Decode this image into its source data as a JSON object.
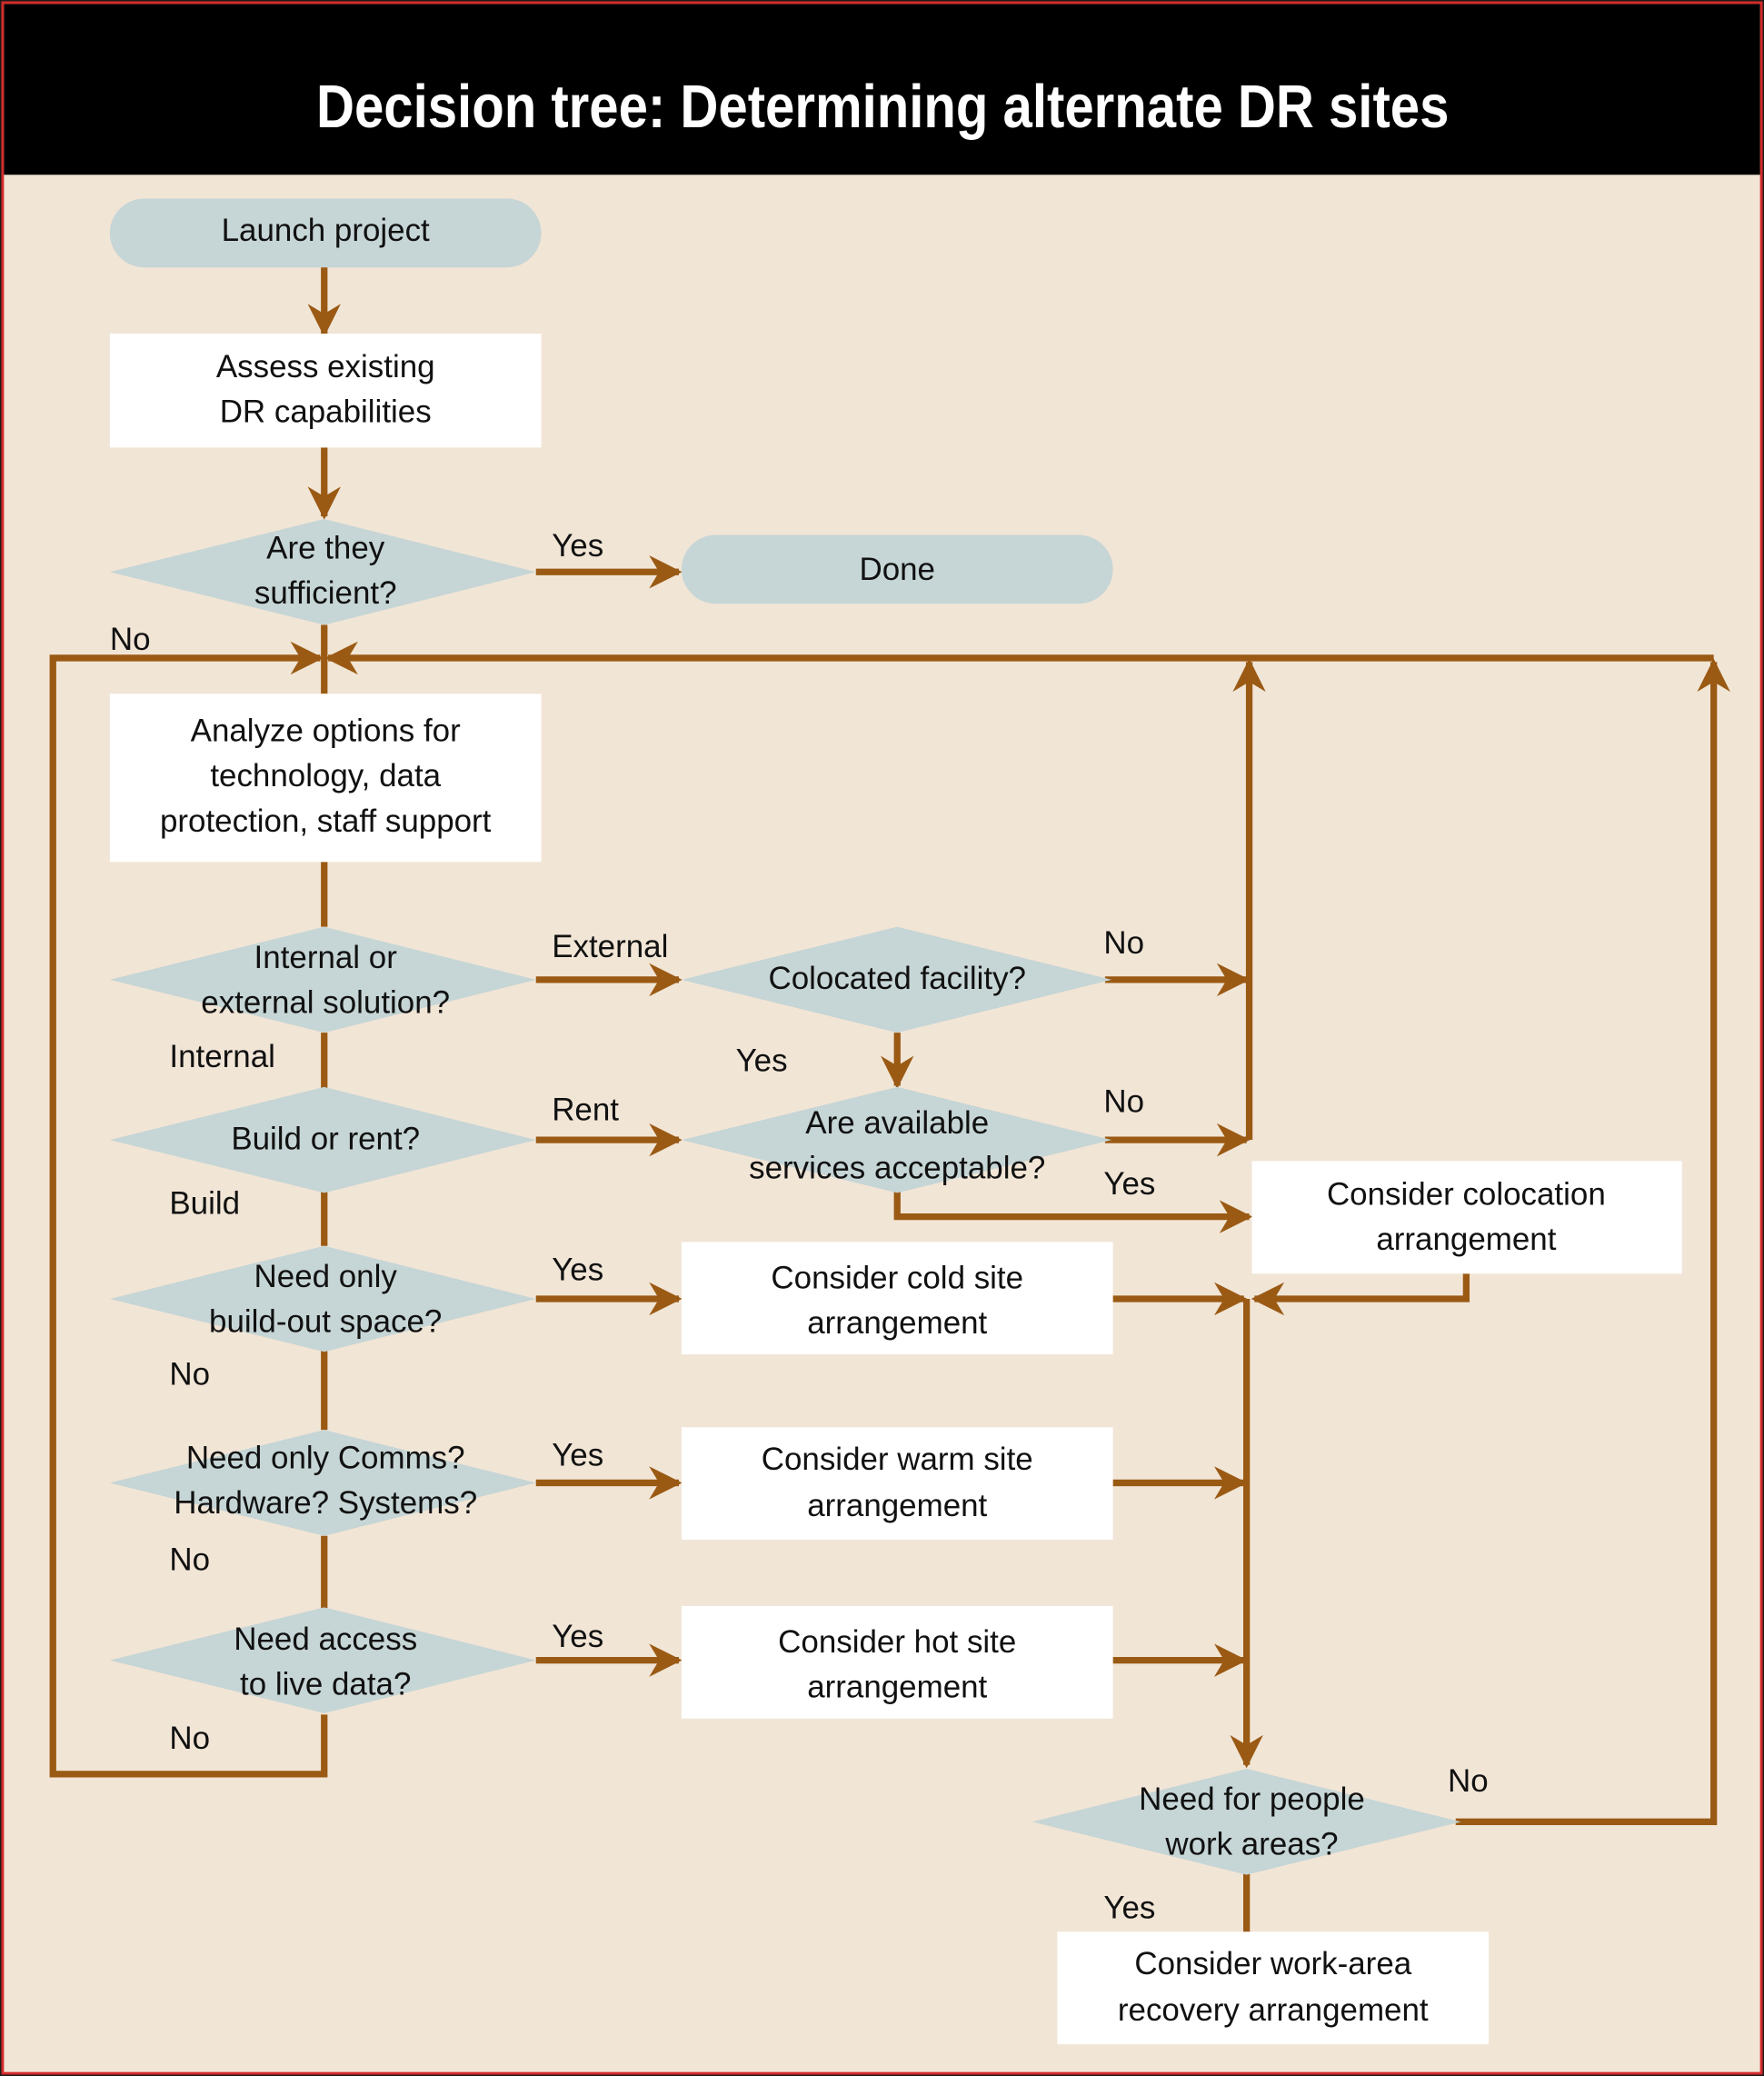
{
  "title": "Decision tree: Determining alternate DR sites",
  "colors": {
    "background": "#f1e5d6",
    "header": "#000000",
    "terminal": "#c6d5d5",
    "decision": "#c6d5d5",
    "process": "#ffffff",
    "connector": "#9a5a14",
    "frame": "#d42a2a"
  },
  "nodes": {
    "launch": {
      "type": "terminal",
      "lines": [
        "Launch project"
      ]
    },
    "assess": {
      "type": "process",
      "lines": [
        "Assess existing",
        "DR capabilities"
      ]
    },
    "sufficient": {
      "type": "decision",
      "lines": [
        "Are they",
        "sufficient?"
      ]
    },
    "done": {
      "type": "terminal",
      "lines": [
        "Done"
      ]
    },
    "analyze": {
      "type": "process",
      "lines": [
        "Analyze options for",
        "technology, data",
        "protection, staff support"
      ]
    },
    "int_ext": {
      "type": "decision",
      "lines": [
        "Internal or",
        "external solution?"
      ]
    },
    "colocated": {
      "type": "decision",
      "lines": [
        "Colocated facility?"
      ]
    },
    "build_rent": {
      "type": "decision",
      "lines": [
        "Build or rent?"
      ]
    },
    "services": {
      "type": "decision",
      "lines": [
        "Are available",
        "services acceptable?"
      ]
    },
    "colocation": {
      "type": "process",
      "lines": [
        "Consider colocation",
        "arrangement"
      ]
    },
    "buildout": {
      "type": "decision",
      "lines": [
        "Need only",
        "build-out space?"
      ]
    },
    "cold": {
      "type": "process",
      "lines": [
        "Consider cold site",
        "arrangement"
      ]
    },
    "comms": {
      "type": "decision",
      "lines": [
        "Need only Comms?",
        "Hardware? Systems?"
      ]
    },
    "warm": {
      "type": "process",
      "lines": [
        "Consider warm site",
        "arrangement"
      ]
    },
    "livedata": {
      "type": "decision",
      "lines": [
        "Need access",
        "to live data?"
      ]
    },
    "hot": {
      "type": "process",
      "lines": [
        "Consider hot site",
        "arrangement"
      ]
    },
    "people": {
      "type": "decision",
      "lines": [
        "Need for people",
        "work areas?"
      ]
    },
    "workarea": {
      "type": "process",
      "lines": [
        "Consider work-area",
        "recovery arrangement"
      ]
    }
  },
  "edge_labels": {
    "sufficient_yes": "Yes",
    "sufficient_no": "No",
    "external": "External",
    "internal": "Internal",
    "colocated_no": "No",
    "colocated_yes": "Yes",
    "rent": "Rent",
    "build": "Build",
    "services_no": "No",
    "services_yes": "Yes",
    "buildout_yes": "Yes",
    "buildout_no": "No",
    "comms_yes": "Yes",
    "comms_no": "No",
    "livedata_yes": "Yes",
    "livedata_no": "No",
    "people_no": "No",
    "people_yes": "Yes"
  }
}
